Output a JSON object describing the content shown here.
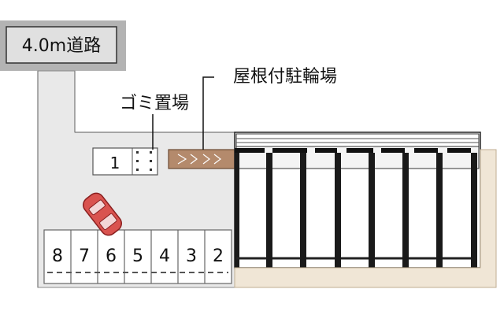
{
  "road_label": "4.0m道路",
  "garbage_label": "ゴミ置場",
  "bike_label": "屋根付駐輪場",
  "spaces": [
    "8",
    "7",
    "6",
    "5",
    "4",
    "3",
    "2"
  ],
  "space_1": "1"
}
